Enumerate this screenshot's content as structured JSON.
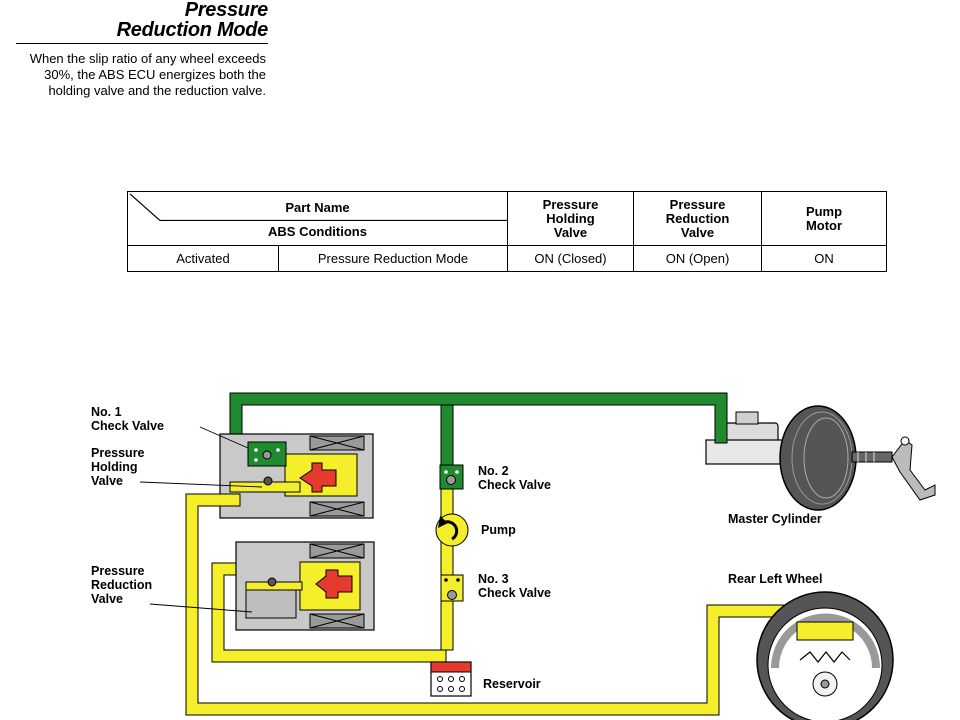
{
  "header": {
    "title_line1": "Pressure",
    "title_line2": "Reduction Mode",
    "description": "When the slip ratio of any wheel exceeds 30%, the ABS ECU energizes both the holding valve and the reduction valve."
  },
  "status_table": {
    "corner_top": "Part Name",
    "corner_bottom": "ABS Conditions",
    "columns": [
      [
        "Pressure",
        "Holding",
        "Valve"
      ],
      [
        "Pressure",
        "Reduction",
        "Valve"
      ],
      [
        "Pump",
        "Motor"
      ]
    ],
    "row": {
      "condition": "Activated",
      "mode": "Pressure Reduction Mode",
      "holding_valve": "ON (Closed)",
      "reduction_valve": "ON (Open)",
      "pump_motor": "ON"
    }
  },
  "diagram": {
    "labels": {
      "check_valve_1": [
        "No. 1",
        "Check Valve"
      ],
      "holding_valve": [
        "Pressure",
        "Holding",
        "Valve"
      ],
      "reduction_valve": [
        "Pressure",
        "Reduction",
        "Valve"
      ],
      "check_valve_2": [
        "No. 2",
        "Check Valve"
      ],
      "pump": "Pump",
      "check_valve_3": [
        "No. 3",
        "Check Valve"
      ],
      "reservoir": "Reservoir",
      "master_cylinder": "Master Cylinder",
      "rear_left_wheel": "Rear Left Wheel"
    },
    "colors": {
      "master_pressure": "#1f8a2e",
      "reduced_pressure": "#f5ee2a",
      "valve_piston": "#e53a2e",
      "solenoid_body": "#c9c9c9"
    }
  }
}
